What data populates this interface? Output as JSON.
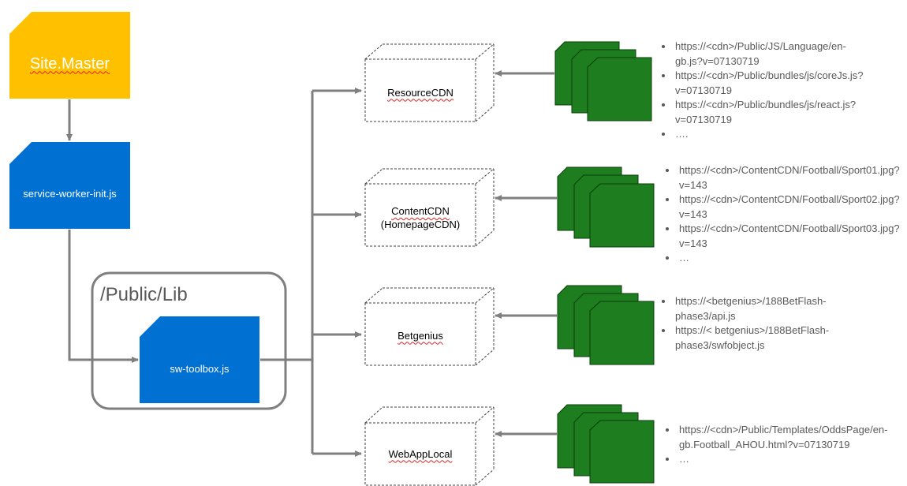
{
  "nodes": {
    "site_master": "Site.Master",
    "sw_init": "service-worker-init.js",
    "toolbox": "sw-toolbox.js",
    "group_title": "/Public/Lib"
  },
  "cdns": [
    {
      "name": "ResourceCDN"
    },
    {
      "name": "ContentCDN",
      "sub": "(HomepageCDN)"
    },
    {
      "name": "Betgenius"
    },
    {
      "name": "WebAppLocal"
    }
  ],
  "url_lists": [
    [
      "https://<cdn>/Public/JS/Language/en-gb.js?v=07130719",
      "https://<cdn>/Public/bundles/js/coreJs.js?v=07130719",
      "https://<cdn>/Public/bundles/js/react.js?v=07130719",
      "…."
    ],
    [
      "https://<cdn>/ContentCDN/Football/Sport01.jpg?v=143",
      "https://<cdn>/ContentCDN/Football/Sport02.jpg?v=143",
      "https://<cdn>/ContentCDN/Football/Sport03.jpg?v=143",
      "…"
    ],
    [
      "https://<betgenius>/188BetFlash-phase3/api.js",
      "https://< betgenius>/188BetFlash-phase3/swfobject.js"
    ],
    [
      "https://<cdn>/Public/Templates/OddsPage/en-gb.Football_AHOU.html?v=07130719",
      "…"
    ]
  ],
  "colors": {
    "site_master": "#ffc000",
    "blue_doc": "#0070d2",
    "file_stack": "#1e7d1e",
    "arrow": "#7f7f7f"
  },
  "icons": [
    "document-shape",
    "dashed-cube",
    "file-stack"
  ]
}
